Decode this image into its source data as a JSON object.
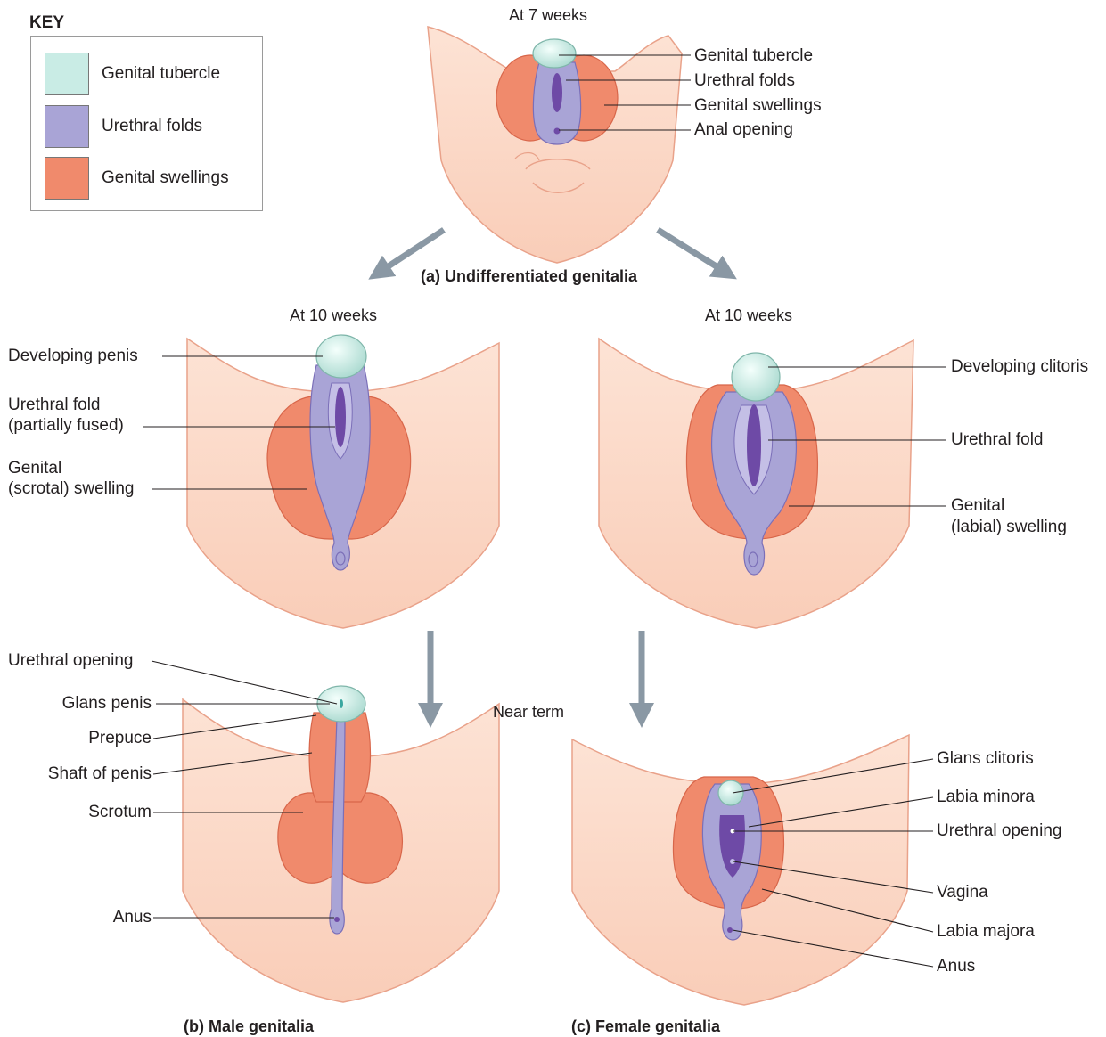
{
  "key": {
    "title": "KEY",
    "items": [
      {
        "label": "Genital tubercle",
        "color": "#c9ece5"
      },
      {
        "label": "Urethral folds",
        "color": "#a9a4d6"
      },
      {
        "label": "Genital swellings",
        "color": "#f08a6c"
      }
    ]
  },
  "colors": {
    "skin": "#fcd9c9",
    "skin_edge": "#e9a28a",
    "tubercle": "#c9ece5",
    "fold": "#a9a4d6",
    "fold_dark": "#6e4aa6",
    "swelling": "#f08a6c",
    "arrow": "#8a98a4"
  },
  "panel_a": {
    "stage": "At 7 weeks",
    "caption": "(a)  Undifferentiated genitalia",
    "labels": {
      "tubercle": "Genital tubercle",
      "folds": "Urethral folds",
      "swellings": "Genital swellings",
      "anal": "Anal opening"
    }
  },
  "panel_b10": {
    "stage": "At 10 weeks",
    "labels": {
      "penis": "Developing penis",
      "fold_1": "Urethral fold",
      "fold_2": "(partially fused)",
      "swelling_1": "Genital",
      "swelling_2": "(scrotal) swelling"
    }
  },
  "panel_c10": {
    "stage": "At 10 weeks",
    "labels": {
      "clitoris": "Developing clitoris",
      "fold": "Urethral fold",
      "swelling_1": "Genital",
      "swelling_2": "(labial) swelling"
    }
  },
  "near_term": "Near term",
  "panel_b": {
    "caption": "(b)  Male genitalia",
    "labels": {
      "urethral_opening": "Urethral opening",
      "glans": "Glans penis",
      "prepuce": "Prepuce",
      "shaft": "Shaft of penis",
      "scrotum": "Scrotum",
      "anus": "Anus"
    }
  },
  "panel_c": {
    "caption": "(c)  Female genitalia",
    "labels": {
      "glans": "Glans clitoris",
      "minora": "Labia minora",
      "urethral_opening": "Urethral opening",
      "vagina": "Vagina",
      "majora": "Labia majora",
      "anus": "Anus"
    }
  }
}
